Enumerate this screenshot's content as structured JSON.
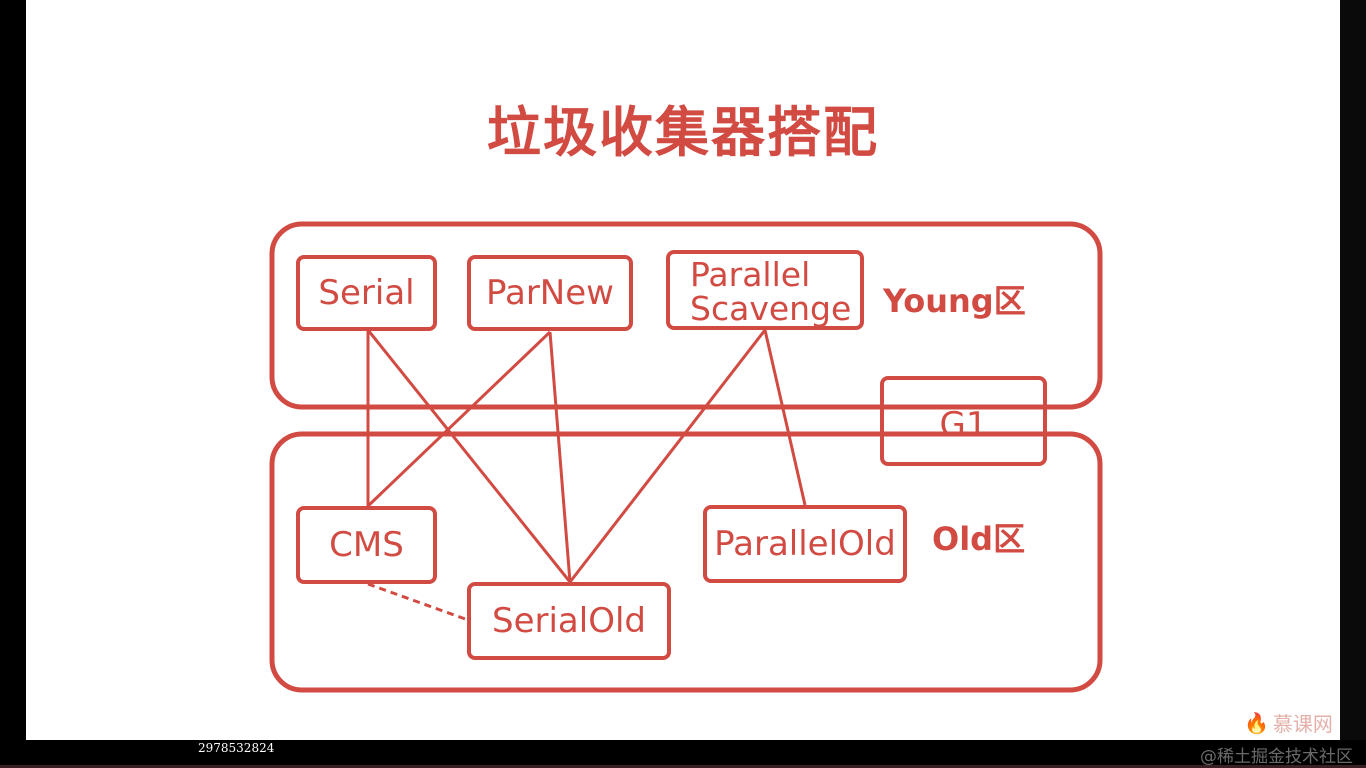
{
  "slide": {
    "title": "垃圾收集器搭配"
  },
  "zones": {
    "young_label": "Young区",
    "old_label": "Old区"
  },
  "collectors": {
    "serial": "Serial",
    "parnew": "ParNew",
    "parallel_scavenge_line1": "Parallel",
    "parallel_scavenge_line2": "Scavenge",
    "g1": "G1",
    "cms": "CMS",
    "parallel_old": "ParallelOld",
    "serial_old": "SerialOld"
  },
  "footer": {
    "viewer_id": "2978532824",
    "site_watermark": "@稀土掘金技术社区",
    "logo_text": "慕课网"
  },
  "colors": {
    "accent": "#d24b43"
  }
}
